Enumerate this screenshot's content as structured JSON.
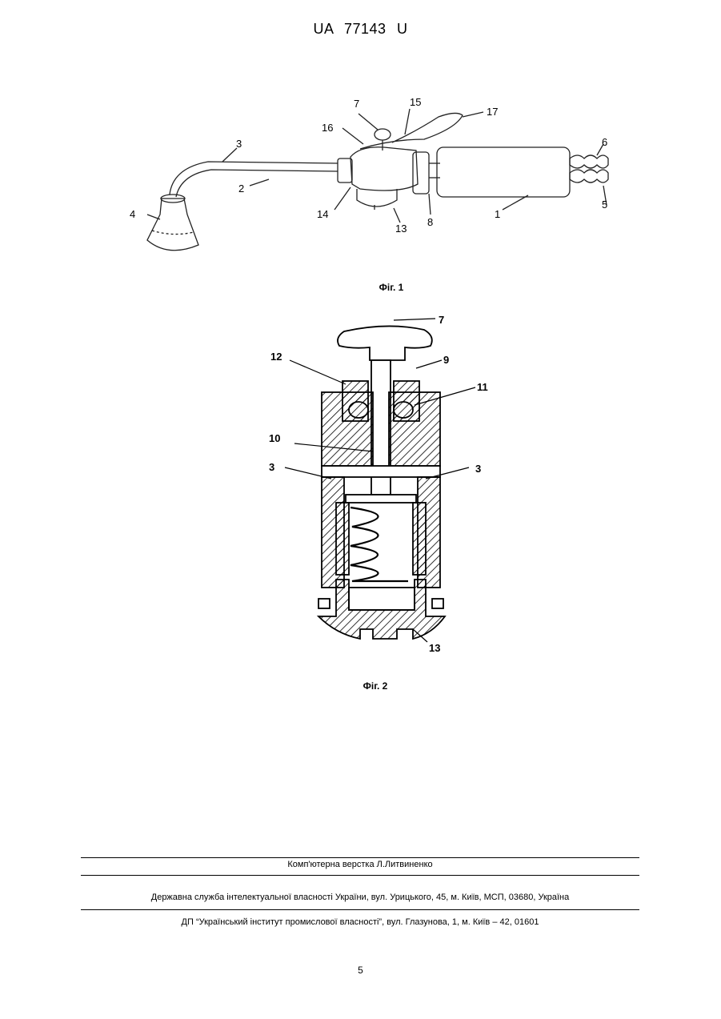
{
  "header": {
    "doc_number": "UA   77143   U"
  },
  "figure1": {
    "caption": "Фіг. 1",
    "labels": [
      "1",
      "2",
      "3",
      "4",
      "5",
      "6",
      "7",
      "8",
      "13",
      "14",
      "15",
      "16",
      "17"
    ]
  },
  "figure2": {
    "caption": "Фіг. 2",
    "labels": [
      "7",
      "9",
      "10",
      "11",
      "12",
      "3",
      "3",
      "13"
    ]
  },
  "footer": {
    "layout_credit": "Комп'ютерна верстка Л.Литвиненко",
    "service": "Державна служба інтелектуальної власності України, вул. Урицького, 45, м. Київ, МСП, 03680, Україна",
    "institute": "ДП “Український інститут промислової власності”, вул. Глазунова, 1, м. Київ – 42, 01601"
  },
  "page_number": "5"
}
